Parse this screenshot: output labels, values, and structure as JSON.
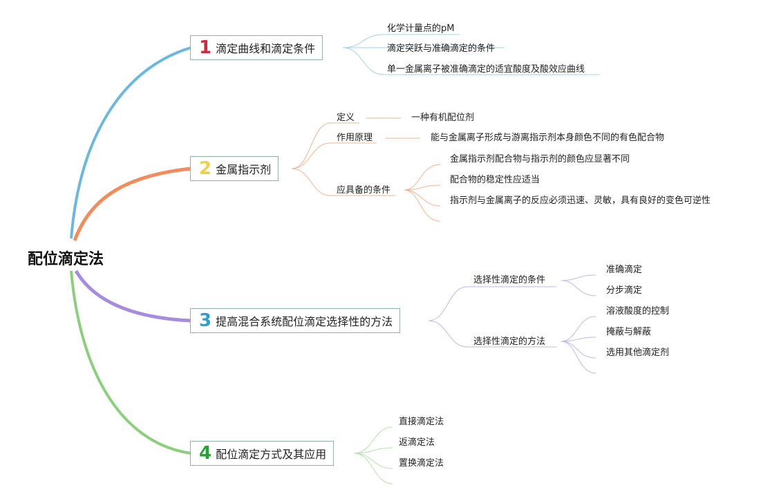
{
  "root": {
    "label": "配位滴定法"
  },
  "branches": [
    {
      "number": "1",
      "label": "滴定曲线和滴定条件",
      "color": "#6bb7e2",
      "children": [
        "化学计量点的pM",
        "滴定突跃与准确滴定的条件",
        "单一金属离子被准确滴定的适宜酸度及酸效应曲线"
      ]
    },
    {
      "number": "2",
      "label": "金属指示剂",
      "color": "#f28c5c",
      "number_color": "#f0d04a",
      "children": [
        {
          "label": "定义",
          "detail": "一种有机配位剂"
        },
        {
          "label": "作用原理",
          "detail": "能与金属离子形成与游离指示剂本身颜色不同的有色配合物"
        },
        {
          "label": "应具备的条件",
          "items": [
            "金属指示剂配合物与指示剂的颜色应显著不同",
            "配合物的稳定性应适当",
            "指示剂与金属离子的反应必须迅速、灵敏，具有良好的变色可逆性"
          ]
        }
      ]
    },
    {
      "number": "3",
      "label": "提高混合系统配位滴定选择性的方法",
      "color": "#a78be0",
      "number_color": "#2a9fd8",
      "children": [
        {
          "label": "选择性滴定的条件",
          "items": [
            "准确滴定",
            "分步滴定"
          ]
        },
        {
          "label": "选择性滴定的方法",
          "items": [
            "溶液酸度的控制",
            "掩蔽与解蔽",
            "选用其他滴定剂"
          ]
        }
      ]
    },
    {
      "number": "4",
      "label": "配位滴定方式及其应用",
      "color": "#8ad07a",
      "number_color": "#22a52c",
      "children": [
        "直接滴定法",
        "返滴定法",
        "置换滴定法"
      ]
    }
  ],
  "colors": {
    "num1": "#d42a3c",
    "branch_border": "#8fb3a3",
    "line1_light": "#9fd0ec",
    "line2_light": "#f3b28e",
    "line3_light": "#c4b3ec",
    "line4_light": "#b4e3a8"
  }
}
